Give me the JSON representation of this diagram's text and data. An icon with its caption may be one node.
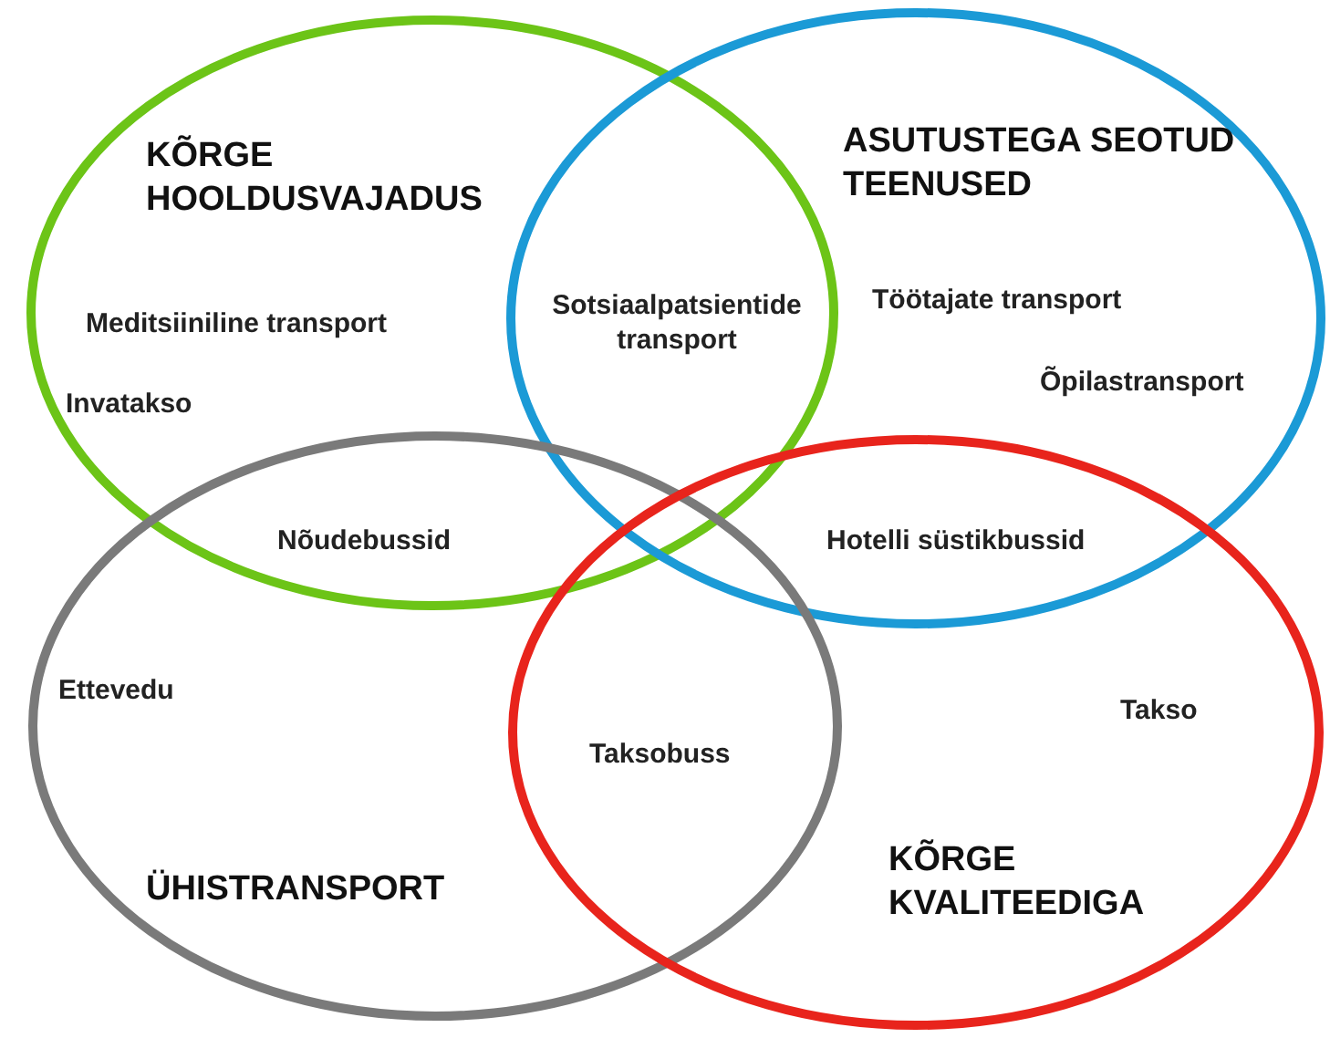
{
  "diagram": {
    "nodes": [
      {
        "text": [
          "KÕRGE HOOLDUSVAJADUS"
        ]
      },
      {
        "text": [
          "ASUTUSTEGA SEOTUD TEENUSED"
        ]
      },
      {
        "text": [
          "ÜHISTRANSPORT"
        ]
      },
      {
        "text": [
          "KÕRGE KVALITEEDIGA"
        ]
      }
    ],
    "edges": [],
    "labels": [
      "Meditsiiniline transport",
      "Sotsiaalpatsientide transport",
      "Töötajate transport",
      "Invatakso",
      "Õpilastransport",
      "Nõudebussid",
      "Hotelli süstikbussid",
      "Ettevedu",
      "Takso",
      "Taksobuss"
    ]
  }
}
